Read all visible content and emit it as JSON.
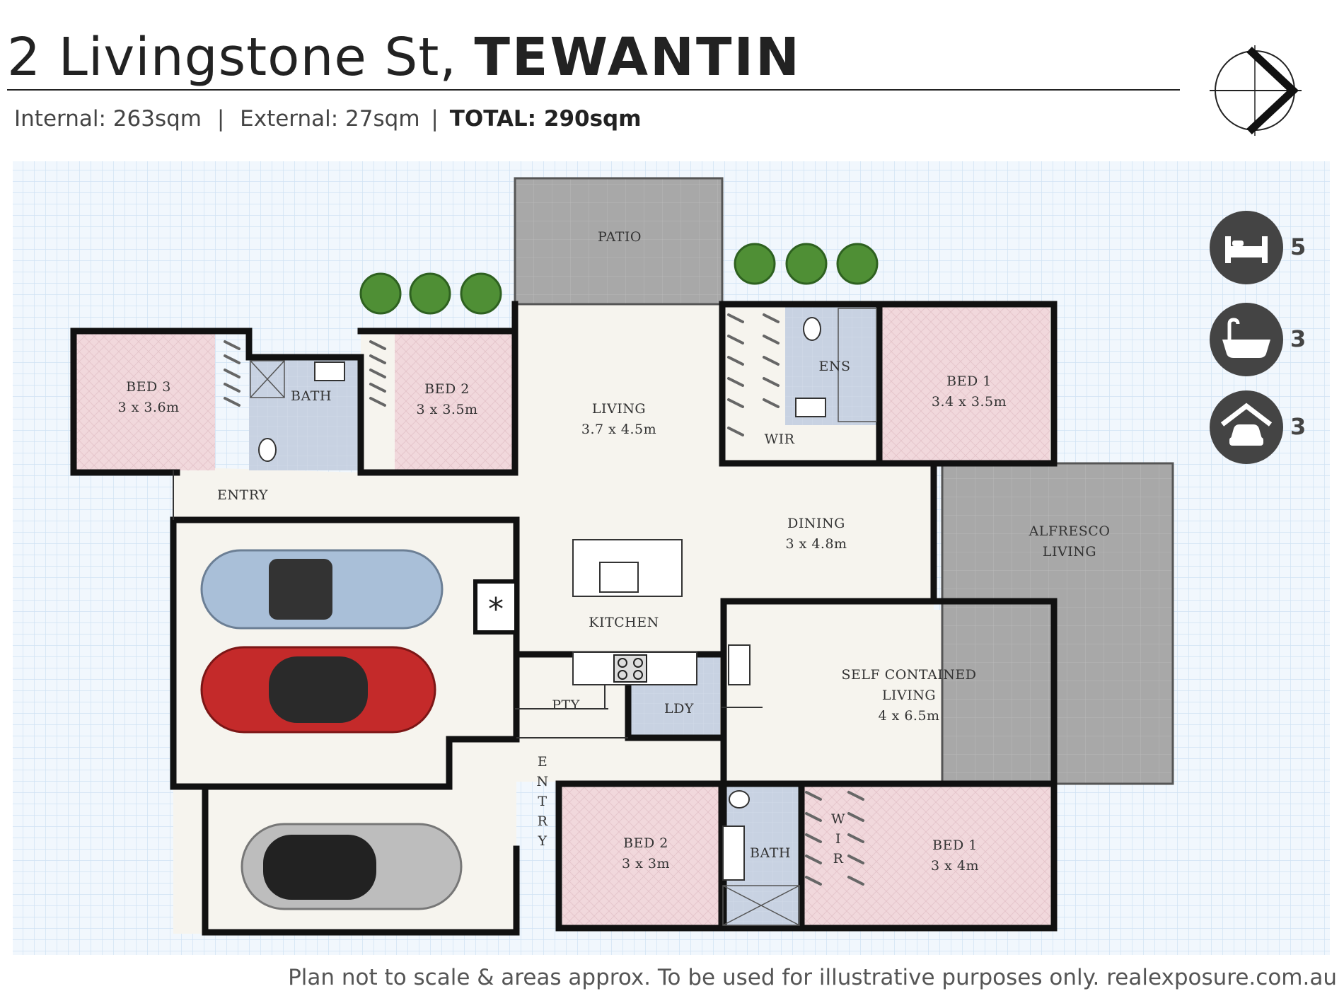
{
  "header": {
    "street": "2 Livingstone St,",
    "suburb": "TEWANTIN",
    "internal": "Internal: 263sqm",
    "sep1": "|",
    "external": "External: 27sqm",
    "sep2": "|",
    "total": "TOTAL: 290sqm"
  },
  "stats": {
    "bedrooms": {
      "icon": "bed-icon",
      "count": "5"
    },
    "bathrooms": {
      "icon": "bathtub-icon",
      "count": "3"
    },
    "car_spaces": {
      "icon": "car-garage-icon",
      "count": "3"
    }
  },
  "rooms": {
    "patio": {
      "name": "PATIO"
    },
    "bed3": {
      "name": "BED 3",
      "size": "3 x 3.6m"
    },
    "bath_top": {
      "name": "BATH"
    },
    "bed2_top": {
      "name": "BED 2",
      "size": "3 x 3.5m"
    },
    "living": {
      "name": "LIVING",
      "size": "3.7 x 4.5m"
    },
    "wir_top": {
      "name": "WIR"
    },
    "ens": {
      "name": "ENS"
    },
    "bed1_top": {
      "name": "BED 1",
      "size": "3.4 x 3.5m"
    },
    "entry_top": {
      "name": "ENTRY"
    },
    "dining": {
      "name": "DINING",
      "size": "3 x 4.8m"
    },
    "alfresco": {
      "line1": "ALFRESCO",
      "line2": "LIVING"
    },
    "kitchen": {
      "name": "KITCHEN"
    },
    "self_contained": {
      "line1": "SELF CONTAINED",
      "line2": "LIVING",
      "size": "4 x 6.5m"
    },
    "pty": {
      "name": "PTY"
    },
    "ldy": {
      "name": "LDY"
    },
    "entry_vertical": [
      "E",
      "N",
      "T",
      "R",
      "Y"
    ],
    "bed2_bottom": {
      "name": "BED 2",
      "size": "3 x 3m"
    },
    "bath_bottom": {
      "name": "BATH"
    },
    "wir_vertical": [
      "W",
      "I",
      "R"
    ],
    "bed1_bottom": {
      "name": "BED 1",
      "size": "3 x 4m"
    }
  },
  "colors": {
    "grid_bg": "#f1f7fd",
    "grid_line": "#cfe2f3",
    "bedroom_fill": "#f1d8dc",
    "wet_fill": "#c8d2e2",
    "floor_fill": "#f6f4ee",
    "outdoor_fill": "#a9a9a9",
    "wall": "#111111"
  },
  "footer": {
    "disclaimer": "Plan not to scale & areas approx. To be used for illustrative purposes only. realexposure.com.au"
  }
}
